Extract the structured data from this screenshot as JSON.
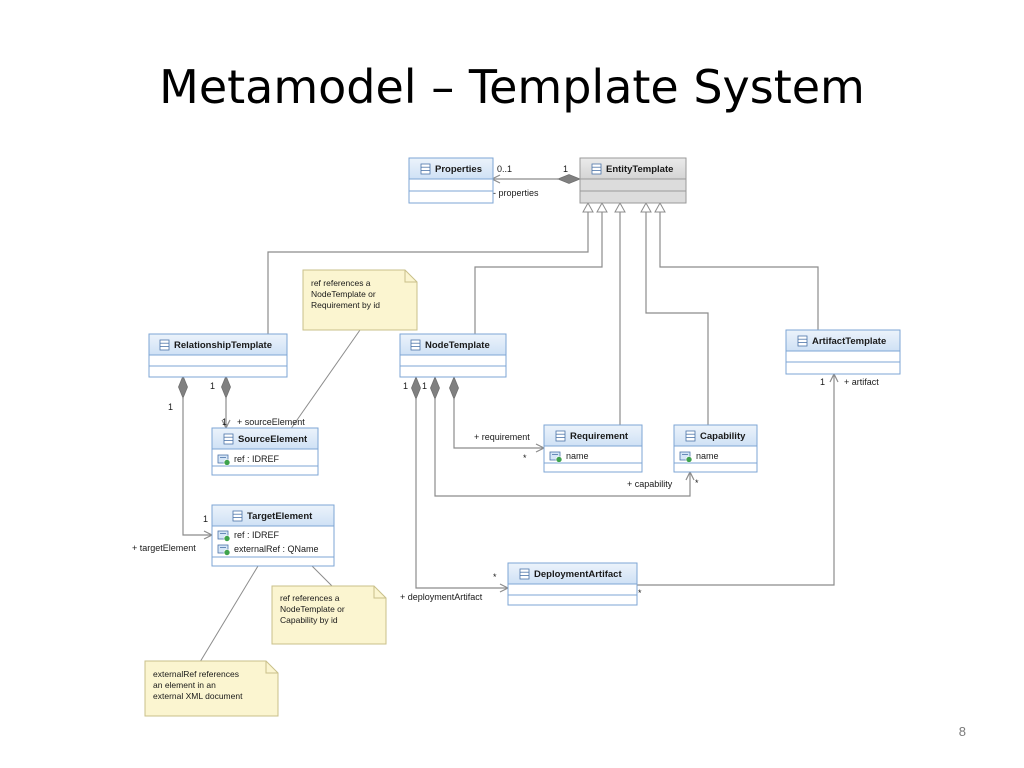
{
  "slide": {
    "title": "Metamodel – Template System",
    "page_number": "8"
  },
  "classes": {
    "properties": {
      "name": "Properties"
    },
    "entity_template": {
      "name": "EntityTemplate"
    },
    "relationship_template": {
      "name": "RelationshipTemplate"
    },
    "node_template": {
      "name": "NodeTemplate"
    },
    "artifact_template": {
      "name": "ArtifactTemplate"
    },
    "source_element": {
      "name": "SourceElement",
      "attributes": [
        "ref : IDREF"
      ]
    },
    "target_element": {
      "name": "TargetElement",
      "attributes": [
        "ref : IDREF",
        "externalRef : QName"
      ]
    },
    "requirement": {
      "name": "Requirement",
      "attributes": [
        "name"
      ]
    },
    "capability": {
      "name": "Capability",
      "attributes": [
        "name"
      ]
    },
    "deployment_artifact": {
      "name": "DeploymentArtifact"
    }
  },
  "labels": {
    "properties_mult": "0..1",
    "entity_mult": "1",
    "properties_role": "- properties",
    "rel_source_mult": "1",
    "rel_target_mult": "1",
    "source_mult": "1",
    "source_role": "+ sourceElement",
    "target_mult": "1",
    "target_role": "+ targetElement",
    "node_deploy_mult": "1",
    "node_cap_mult": "1",
    "requirement_role": "+ requirement",
    "requirement_mult": "*",
    "capability_role": "+ capability",
    "capability_mult": "*",
    "deploy_mult": "*",
    "deploy_role": "+ deploymentArtifact",
    "deploy_artifact_mult": "*",
    "artifact_mult": "1",
    "artifact_role": "+ artifact"
  },
  "notes": {
    "source_ref": [
      "ref references a",
      "NodeTemplate or",
      "Requirement by id"
    ],
    "target_ref": [
      "ref references a",
      "NodeTemplate or",
      "Capability by id"
    ],
    "external_ref": [
      "externalRef references",
      "an element in an",
      "external XML document"
    ]
  },
  "colors": {
    "class_header": "#d6e6f7",
    "class_border": "#7ea6d4",
    "abstract_header": "#dcdcdc",
    "note_fill": "#fbf5d0",
    "note_border": "#c9c08a",
    "line": "#8c8c8c"
  },
  "icons": {
    "class": "class-icon",
    "attribute": "attribute-icon"
  }
}
